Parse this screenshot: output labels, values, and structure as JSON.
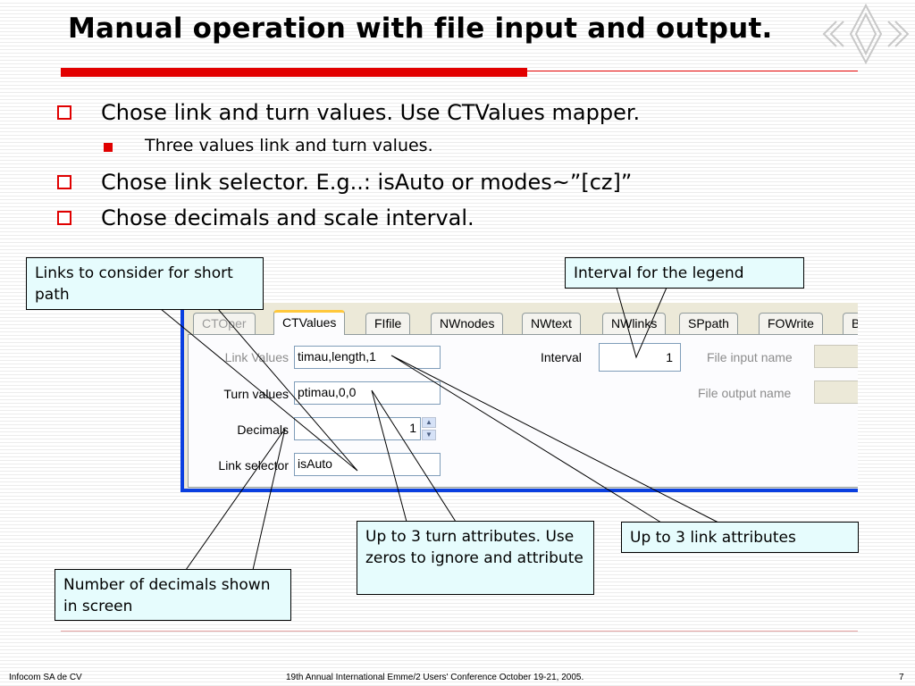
{
  "slide": {
    "title": "Manual operation with file input and output.",
    "bullets": [
      "Chose link and turn values. Use CTValues mapper.",
      "Three values link and turn values.",
      "Chose link selector. E.g..: isAuto or modes~”[cz]”",
      "Chose decimals and scale interval."
    ],
    "accent_color": "#e20000"
  },
  "dialog": {
    "tabs": [
      "CTOper",
      "CTValues",
      "FIfile",
      "NWnodes",
      "NWtext",
      "NWlinks",
      "SPpath",
      "FOWrite",
      "B"
    ],
    "active_tab": "CTValues",
    "link_values_label": "Link Values",
    "link_values_value": "timau,length,1",
    "turn_values_label": "Turn values",
    "turn_values_value": "ptimau,0,0",
    "decimals_label": "Decimals",
    "decimals_value": "1",
    "link_selector_label": "Link selector",
    "link_selector_value": "isAuto",
    "interval_label": "Interval",
    "interval_value": "1",
    "file_input_label": "File input name",
    "file_output_label": "File output name"
  },
  "callouts": {
    "links": "Links to consider for short path",
    "interval": "Interval for the legend",
    "turn_attrs": "Up to 3 turn attributes. Use zeros to ignore and attribute",
    "link_attrs": "Up to 3 link attributes",
    "decimals": "Number of decimals shown in screen"
  },
  "footer": {
    "left": "Infocom SA de CV",
    "center": "19th Annual International Emme/2 Users' Conference October 19-21, 2005.",
    "page": "7"
  }
}
